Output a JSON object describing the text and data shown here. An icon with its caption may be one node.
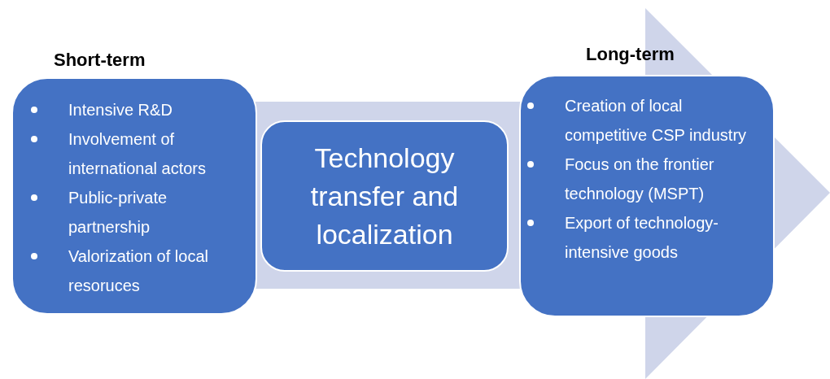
{
  "diagram": {
    "nodes": [
      {
        "text": [
          "Short-term",
          "Intensive R&D",
          "Involvement of international actors",
          "Public-private partnership",
          "Valorization of local resoruces"
        ]
      },
      {
        "text": [
          "Technology transfer and localization"
        ]
      },
      {
        "text": [
          "Long-term",
          "Creation of local competitive CSP industry",
          "Focus on the frontier technology (MSPT)",
          "Export of technology-intensive goods"
        ]
      }
    ]
  }
}
